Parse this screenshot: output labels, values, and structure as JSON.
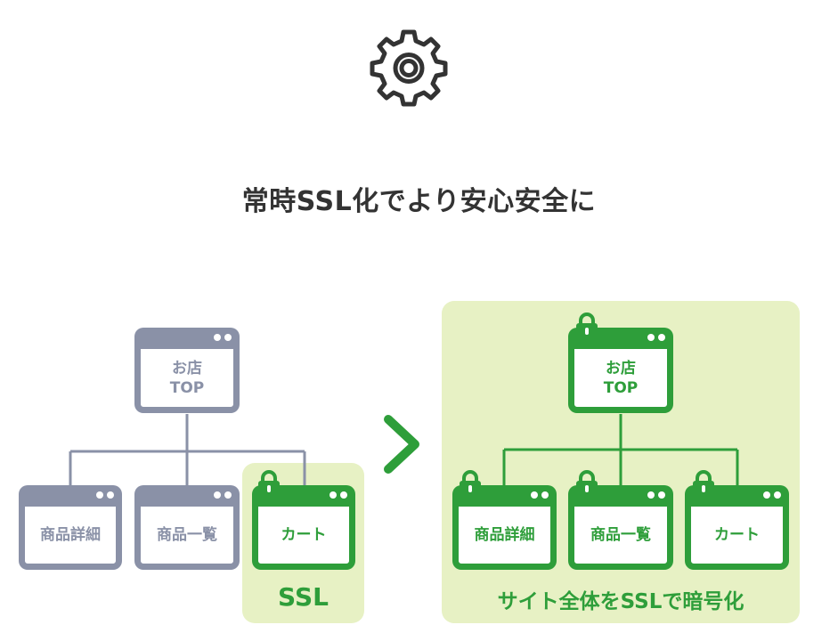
{
  "title": "常時SSL化でより安心安全に",
  "before": {
    "top_page": "お店\nTOP",
    "pages": [
      "商品詳細",
      "商品一覧",
      "カート"
    ],
    "caption": "SSL"
  },
  "after": {
    "top_page": "お店\nTOP",
    "pages": [
      "商品詳細",
      "商品一覧",
      "カート"
    ],
    "caption": "サイト全体をSSLで暗号化"
  },
  "colors": {
    "gray": "#8a91a7",
    "green": "#2e9e3a",
    "highlight": "#e7f1c4"
  },
  "icons": {
    "header": "gear-icon",
    "secured": "padlock-icon",
    "transition": "chevron-right-icon"
  }
}
